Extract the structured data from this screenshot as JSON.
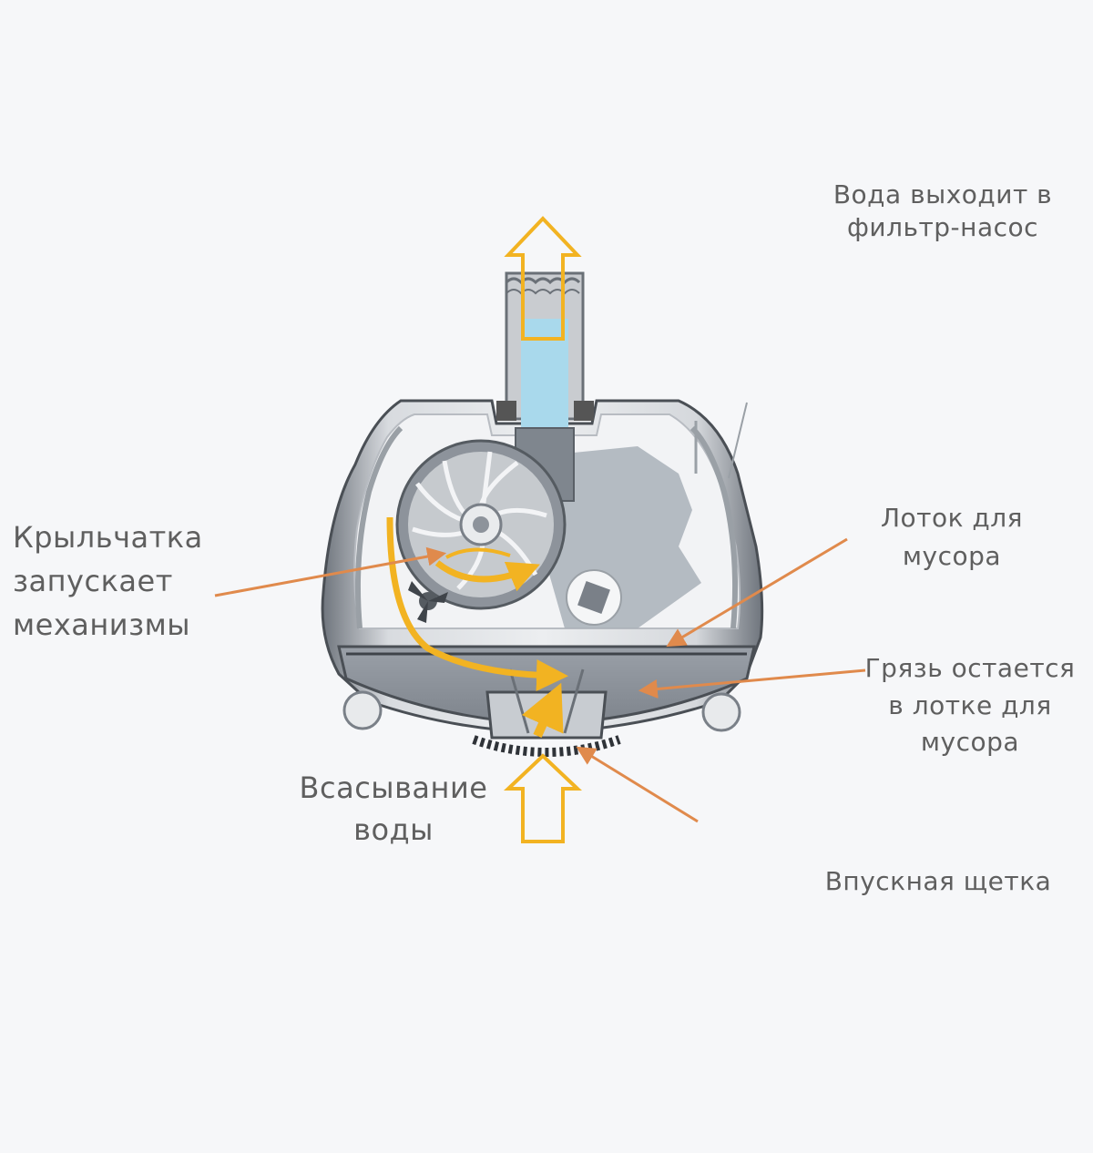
{
  "labels": {
    "water_out": [
      "Вода выходит в",
      "фильтр-насос"
    ],
    "impeller": [
      "Крыльчатка",
      "запускает",
      "механизмы"
    ],
    "tray": [
      "Лоток для",
      "мусора"
    ],
    "dirt": [
      "Грязь остается",
      "в лотке для",
      "мусора"
    ],
    "suction": [
      "Всасывание",
      "воды"
    ],
    "brush": [
      "Впускная щетка"
    ]
  },
  "colors": {
    "background": "#f6f7f9",
    "text": "#5f5f5f",
    "pointer_arrow": "#e08a4c",
    "flow_arrow": "#f2b322",
    "water": "#a9d9ec",
    "housing": "#8d939b",
    "tray": "#8a9099"
  }
}
